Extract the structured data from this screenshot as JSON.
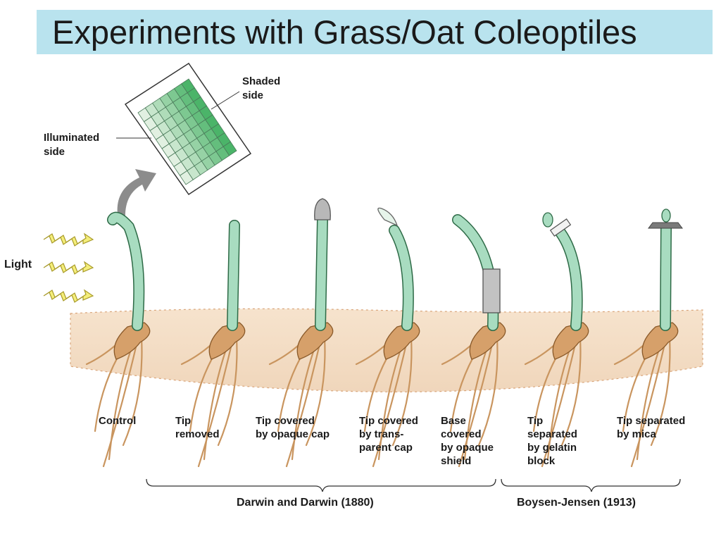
{
  "title": "Experiments with Grass/Oat Coleoptiles",
  "inset": {
    "shaded_side": [
      "Shaded",
      "side"
    ],
    "illuminated_side": [
      "Illuminated",
      "side"
    ]
  },
  "light_label": "Light",
  "seedlings": [
    {
      "lines": [
        "Control"
      ]
    },
    {
      "lines": [
        "Tip",
        "removed"
      ]
    },
    {
      "lines": [
        "Tip covered",
        "by opaque cap"
      ]
    },
    {
      "lines": [
        "Tip covered",
        "by trans-",
        "parent cap"
      ]
    },
    {
      "lines": [
        "Base",
        "covered",
        "by opaque",
        "shield"
      ]
    },
    {
      "lines": [
        "Tip",
        "separated",
        "by gelatin",
        "block"
      ]
    },
    {
      "lines": [
        "Tip separated",
        "by mica"
      ]
    }
  ],
  "groups": [
    {
      "label": "Darwin and Darwin (1880)"
    },
    {
      "label": "Boysen-Jensen (1913)"
    }
  ],
  "colors": {
    "title_bar": "#b9e3ee",
    "coleoptile": "#a8dcc0",
    "soil": "#f3dcc3",
    "root": "#d6a06a",
    "light": "#f4ee7a"
  }
}
